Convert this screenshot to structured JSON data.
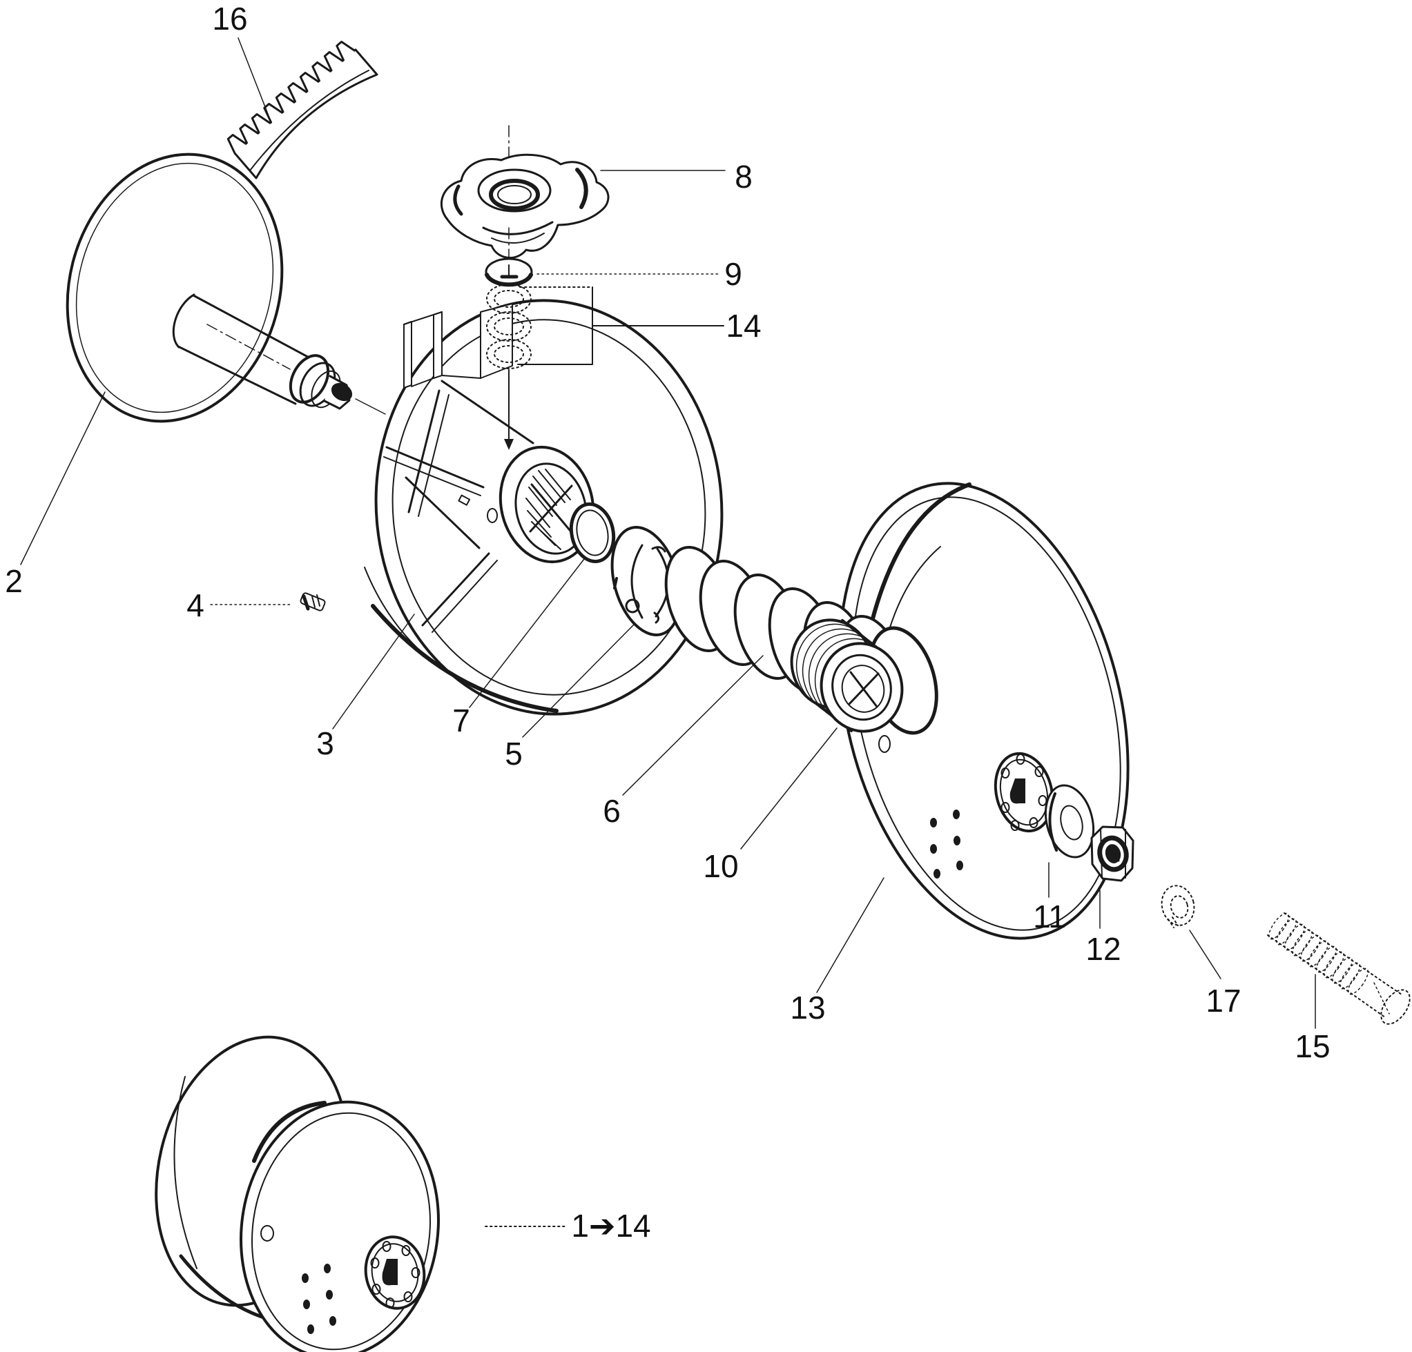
{
  "figure": {
    "type": "exploded-parts-diagram",
    "background_color": "#ffffff",
    "line_color": "#1a1a1a",
    "callouts": {
      "16": "16",
      "8": "8",
      "9": "9",
      "14": "14",
      "2": "2",
      "4": "4",
      "3": "3",
      "7": "7",
      "5": "5",
      "6": "6",
      "10": "10",
      "13": "13",
      "11": "11",
      "12": "12",
      "17": "17",
      "15": "15",
      "assembled_range": "1➔14"
    }
  }
}
